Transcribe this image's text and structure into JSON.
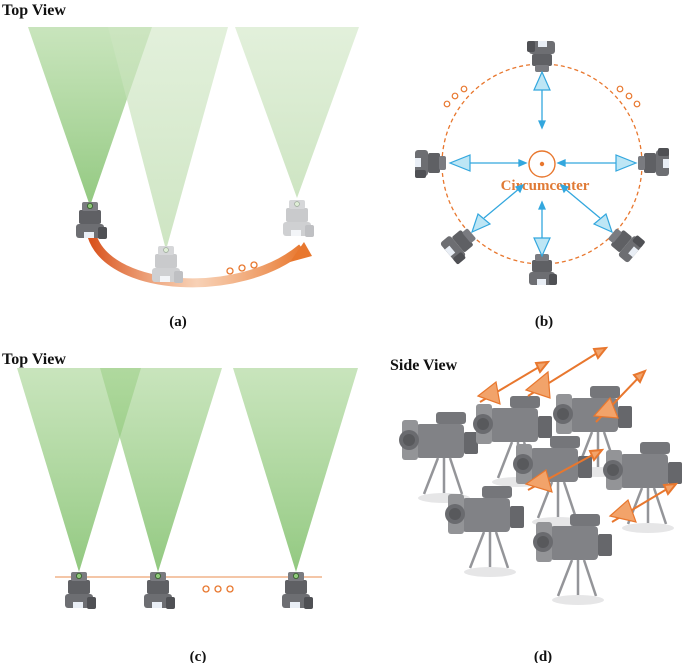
{
  "panels": {
    "a": {
      "heading": "Top View",
      "caption": "(a)"
    },
    "b": {
      "center_label": "Circumcenter",
      "caption": "(b)"
    },
    "c": {
      "heading": "Top View",
      "caption": "(c)"
    },
    "d": {
      "heading": "Side View",
      "caption": "(d)"
    }
  },
  "colors": {
    "frustum_green": "#8fc97a",
    "frustum_green_light": "#cfe6c3",
    "camera_gray": "#6f6f73",
    "orange": "#e8772e",
    "blue": "#33a7de"
  }
}
